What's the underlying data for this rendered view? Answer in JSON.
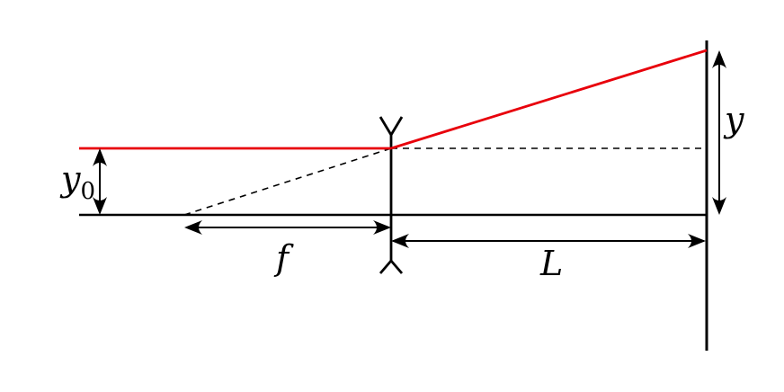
{
  "diagram": {
    "labels": {
      "y0_main": "y",
      "y0_sub": "0",
      "f": "f",
      "L": "L",
      "y": "y"
    },
    "colors": {
      "ray": "#e8000b",
      "ink": "#000000"
    },
    "elements": {
      "lens": "diverging-lens",
      "screen": "screen",
      "optical_axis": "optical-axis"
    }
  }
}
